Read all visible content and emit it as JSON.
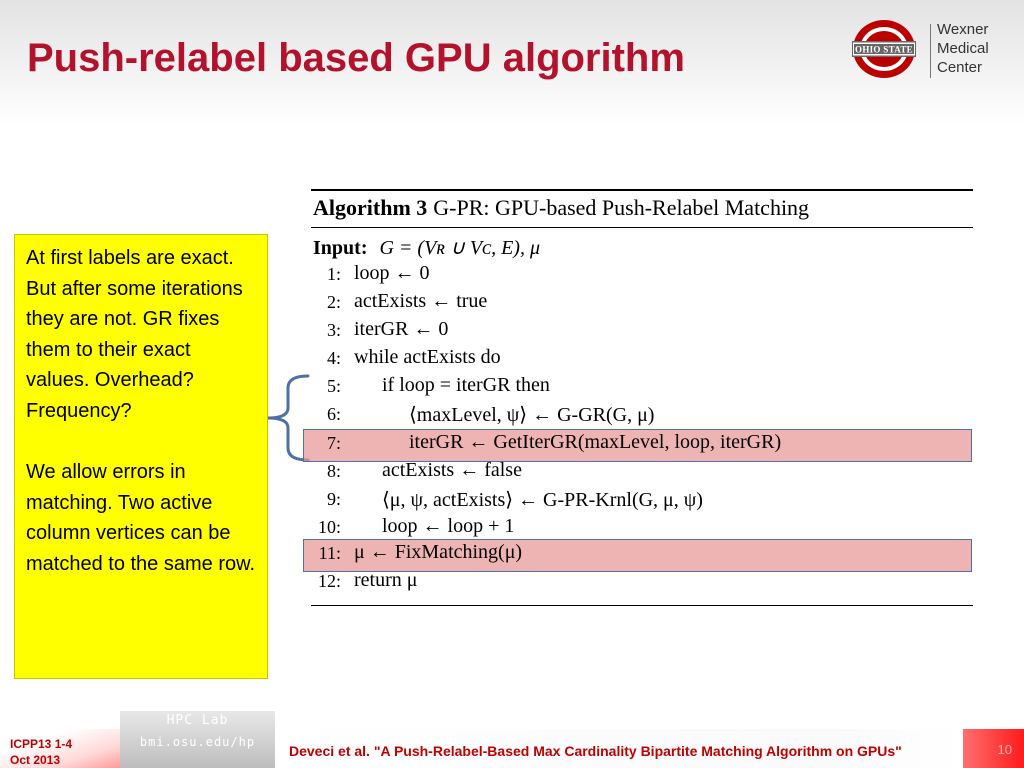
{
  "slide": {
    "title": "Push-relabel based GPU algorithm"
  },
  "logo": {
    "mark_text": "OHIO STATE",
    "lines": [
      "Wexner",
      "Medical",
      "Center"
    ],
    "colors": {
      "scarlet": "#bb0000",
      "gray": "#666666"
    }
  },
  "note": {
    "paragraphs": [
      "At first labels are exact. But after some iterations they are not. GR fixes them to their exact values. Overhead? Frequency?",
      "We allow errors in matching. Two active column vertices can be matched to the same row."
    ],
    "background": "#ffff00"
  },
  "algorithm": {
    "caption_label": "Algorithm 3",
    "caption_text": "G-PR: GPU-based Push-Relabel Matching",
    "input_label": "Input:",
    "input_text": "G = (Vʀ ∪ Vᴄ, E), μ",
    "lines": [
      {
        "num": "1:",
        "indent": 1,
        "text": "loop ← 0"
      },
      {
        "num": "2:",
        "indent": 1,
        "text": "actExists ← true"
      },
      {
        "num": "3:",
        "indent": 1,
        "text": "iterGR ← 0"
      },
      {
        "num": "4:",
        "indent": 1,
        "text": "while actExists do"
      },
      {
        "num": "5:",
        "indent": 2,
        "text": "if loop = iterGR then"
      },
      {
        "num": "6:",
        "indent": 3,
        "text": "⟨maxLevel, ψ⟩ ← G-GR(G, μ)"
      },
      {
        "num": "7:",
        "indent": 3,
        "text": "iterGR ← GetIterGR(maxLevel, loop, iterGR)"
      },
      {
        "num": "8:",
        "indent": 2,
        "text": "actExists ← false"
      },
      {
        "num": "9:",
        "indent": 2,
        "text": "⟨μ, ψ, actExists⟩ ← G-PR-Krnl(G, μ, ψ)"
      },
      {
        "num": "10:",
        "indent": 2,
        "text": "loop ← loop + 1"
      },
      {
        "num": "11:",
        "indent": 1,
        "text": "μ ← FixMatching(μ)"
      },
      {
        "num": "12:",
        "indent": 1,
        "text": "return μ"
      }
    ],
    "highlighted_lines": [
      "7:",
      "11:"
    ],
    "highlight_color": "#e89696",
    "bracket_color": "#4f6fa8"
  },
  "footer": {
    "conference": [
      "ICPP13 1-4",
      "Oct 2013"
    ],
    "lab_line1": "HPC Lab",
    "lab_line2": "bmi.osu.edu/hp",
    "citation": "Deveci et al. \"A Push-Relabel-Based Max Cardinality Bipartite Matching Algorithm on GPUs\"",
    "page_number": "10"
  }
}
